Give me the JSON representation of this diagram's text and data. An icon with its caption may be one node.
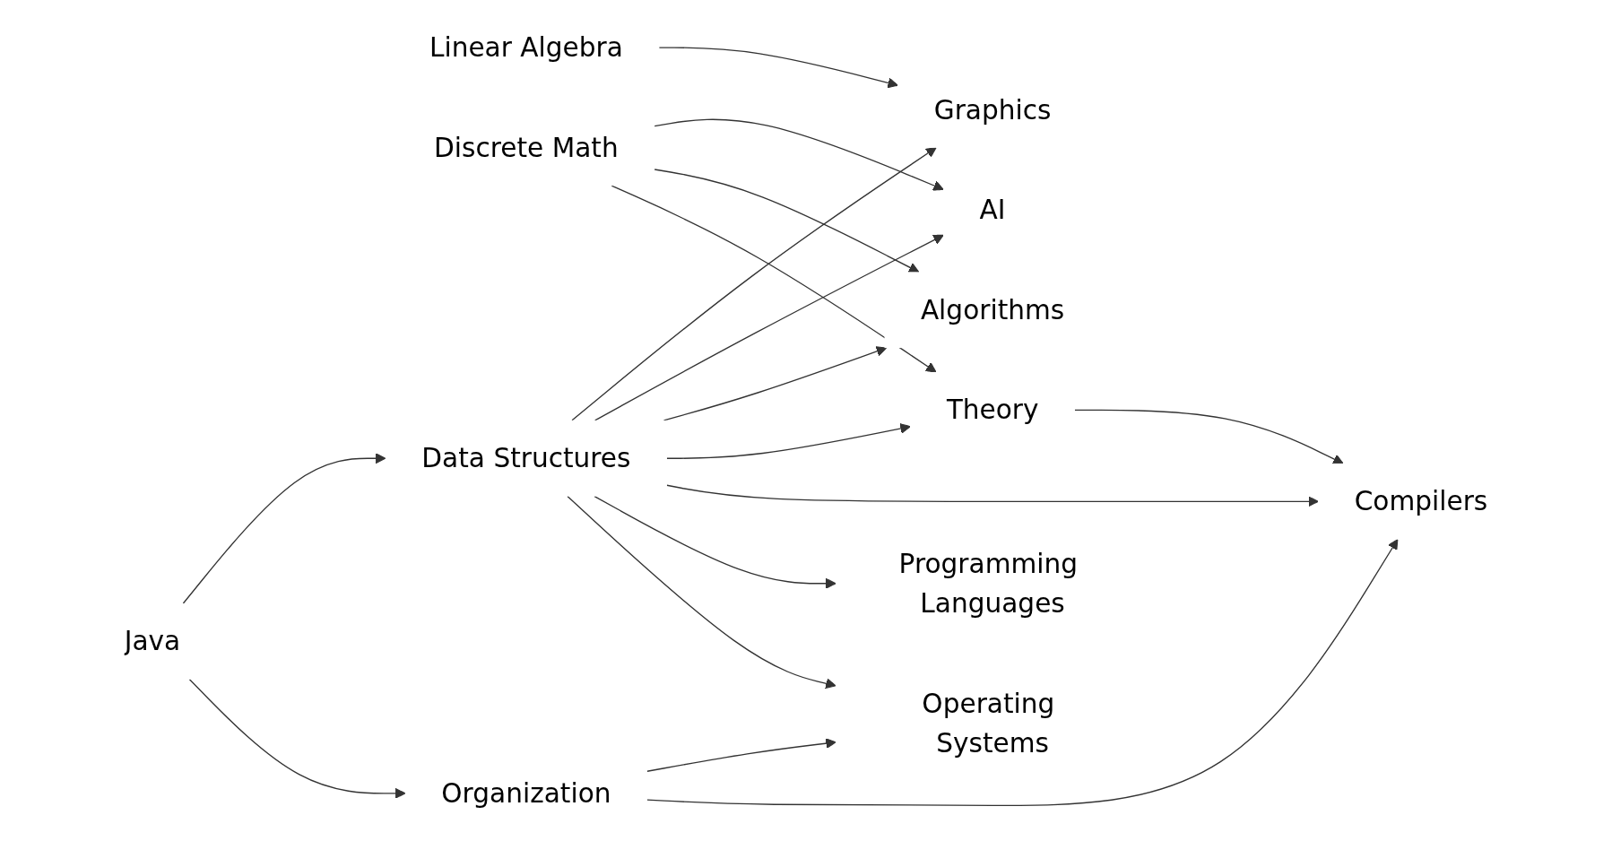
{
  "diagram": {
    "nodes": [
      {
        "text": [
          "Java"
        ]
      },
      {
        "text": [
          "Linear Algebra"
        ]
      },
      {
        "text": [
          "Discrete Math"
        ]
      },
      {
        "text": [
          "Data Structures"
        ]
      },
      {
        "text": [
          "Organization"
        ]
      },
      {
        "text": [
          "Graphics"
        ]
      },
      {
        "text": [
          "AI"
        ]
      },
      {
        "text": [
          "Algorithms"
        ]
      },
      {
        "text": [
          "Theory"
        ]
      },
      {
        "text": [
          "Programming Languages"
        ]
      },
      {
        "text": [
          "Operating Systems"
        ]
      },
      {
        "text": [
          "Compilers"
        ]
      }
    ],
    "edges": [
      {
        "from": 0,
        "to": 3,
        "arrow": "to"
      },
      {
        "from": 0,
        "to": 4,
        "arrow": "to"
      },
      {
        "from": 1,
        "to": 5,
        "arrow": "to"
      },
      {
        "from": 2,
        "to": 6,
        "arrow": "to"
      },
      {
        "from": 2,
        "to": 7,
        "arrow": "to"
      },
      {
        "from": 2,
        "to": 8,
        "arrow": "to"
      },
      {
        "from": 3,
        "to": 5,
        "arrow": "to"
      },
      {
        "from": 3,
        "to": 6,
        "arrow": "to"
      },
      {
        "from": 3,
        "to": 7,
        "arrow": "to"
      },
      {
        "from": 3,
        "to": 8,
        "arrow": "to"
      },
      {
        "from": 3,
        "to": 11,
        "arrow": "to"
      },
      {
        "from": 3,
        "to": 9,
        "arrow": "to"
      },
      {
        "from": 3,
        "to": 10,
        "arrow": "to"
      },
      {
        "from": 8,
        "to": 11,
        "arrow": "to"
      },
      {
        "from": 4,
        "to": 10,
        "arrow": "to"
      },
      {
        "from": 4,
        "to": 11,
        "arrow": "to"
      }
    ]
  }
}
